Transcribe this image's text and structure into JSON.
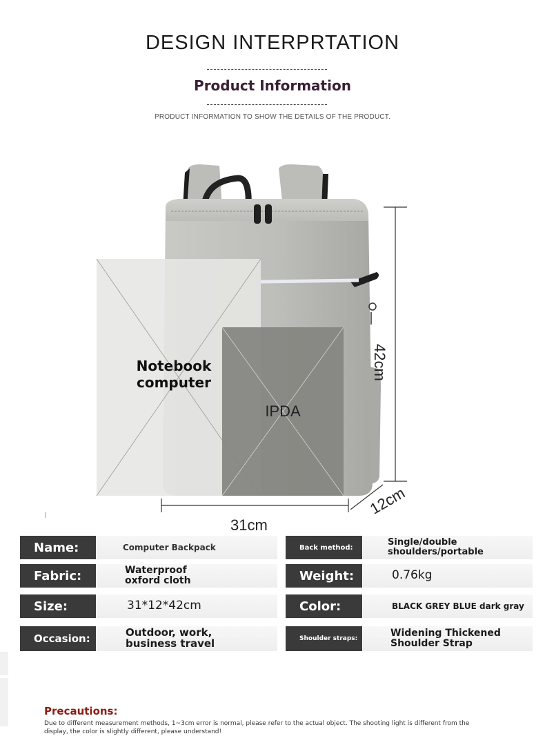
{
  "header": {
    "title": "DESIGN INTERPRTATION",
    "subtitle": "Product Information",
    "tagline": "PRODUCT INFORMATION TO SHOW THE DETAILS OF THE PRODUCT."
  },
  "diagram": {
    "notebook_label": "Notebook computer",
    "ipda_label": "IPDA",
    "width_label": "31cm",
    "height_label": "42cm",
    "depth_label": "12cm"
  },
  "specs": {
    "name_label": "Name:",
    "name_value": "Computer Backpack",
    "back_method_label": "Back method:",
    "back_method_value": "Single/double shoulders/portable",
    "fabric_label": "Fabric:",
    "fabric_value": "Waterproof oxford cloth",
    "weight_label": "Weight:",
    "weight_value": "0.76kg",
    "size_label": "Size:",
    "size_value": "31*12*42cm",
    "color_label": "Color:",
    "color_value": "BLACK GREY BLUE dark gray",
    "occasion_label": "Occasion:",
    "occasion_value": "Outdoor, work, business travel",
    "straps_label": "Shoulder straps:",
    "straps_value": "Widening Thickened Shoulder Strap"
  },
  "precautions": {
    "title": "Precautions:",
    "text": "Due to different measurement methods, 1~3cm error is normal, please refer to the actual object. The shooting light is different from the display, the color is slightly different, please understand!"
  },
  "colors": {
    "label_bg": "#3a3a3a",
    "bag_grey": "#b8b8b4",
    "precaution_red": "#8b1d14"
  }
}
